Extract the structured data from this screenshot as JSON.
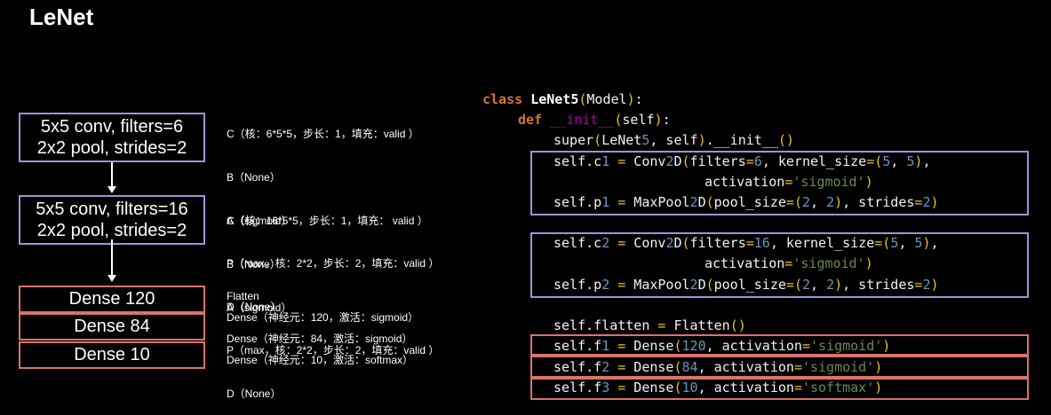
{
  "title": "LeNet",
  "blocks": {
    "conv1": [
      "5x5 conv, filters=6",
      "2x2 pool, strides=2"
    ],
    "conv2": [
      "5x5 conv, filters=16",
      "2x2 pool, strides=2"
    ],
    "dense": [
      "Dense 120",
      "Dense 84",
      "Dense 10"
    ]
  },
  "annotations": {
    "group1": [
      "C（核：6*5*5，步长：1，填充：valid ）",
      "B（None）",
      "A（sigmoid）",
      "P（max，核：2*2，步长：2，填充：valid ）",
      "D（None）"
    ],
    "group2": [
      "C（核：16*5*5，步长：1，填充： valid ）",
      "B（None）",
      "A（sigmoid）",
      "P（max，核：2*2，步长：2，填充：valid ）",
      "D（None）"
    ],
    "flatten": "Flatten",
    "dense": [
      "Dense（神经元：120，激活：sigmoid）",
      "Dense（神经元：84，激活：sigmoid）",
      "Dense（神经元：10，激活：softmax）"
    ]
  },
  "code": {
    "class_kw": "class",
    "class_name": "LeNet5",
    "base": "Model",
    "def_kw": "def",
    "init_name": "__init__",
    "self_param": "self",
    "super_line": "super(LeNet5, self).__init__()",
    "c1_a": "self.c1 = Conv2D(filters=6, kernel_size=(5, 5),",
    "c1_b": "activation='sigmoid')",
    "p1": "self.p1 = MaxPool2D(pool_size=(2, 2), strides=2)",
    "c2_a": "self.c2 = Conv2D(filters=16, kernel_size=(5, 5),",
    "c2_b": "activation='sigmoid')",
    "p2": "self.p2 = MaxPool2D(pool_size=(2, 2), strides=2)",
    "flatten": "self.flatten = Flatten()",
    "f1": "self.f1 = Dense(120, activation='sigmoid')",
    "f2": "self.f2 = Dense(84, activation='sigmoid')",
    "f3": "self.f3 = Dense(10, activation='softmax')"
  },
  "colors": {
    "conv_border": "#9b95d6",
    "dense_border": "#d9736b",
    "keyword": "#cc7832",
    "string": "#6a8759",
    "paren": "#e8c21a"
  }
}
